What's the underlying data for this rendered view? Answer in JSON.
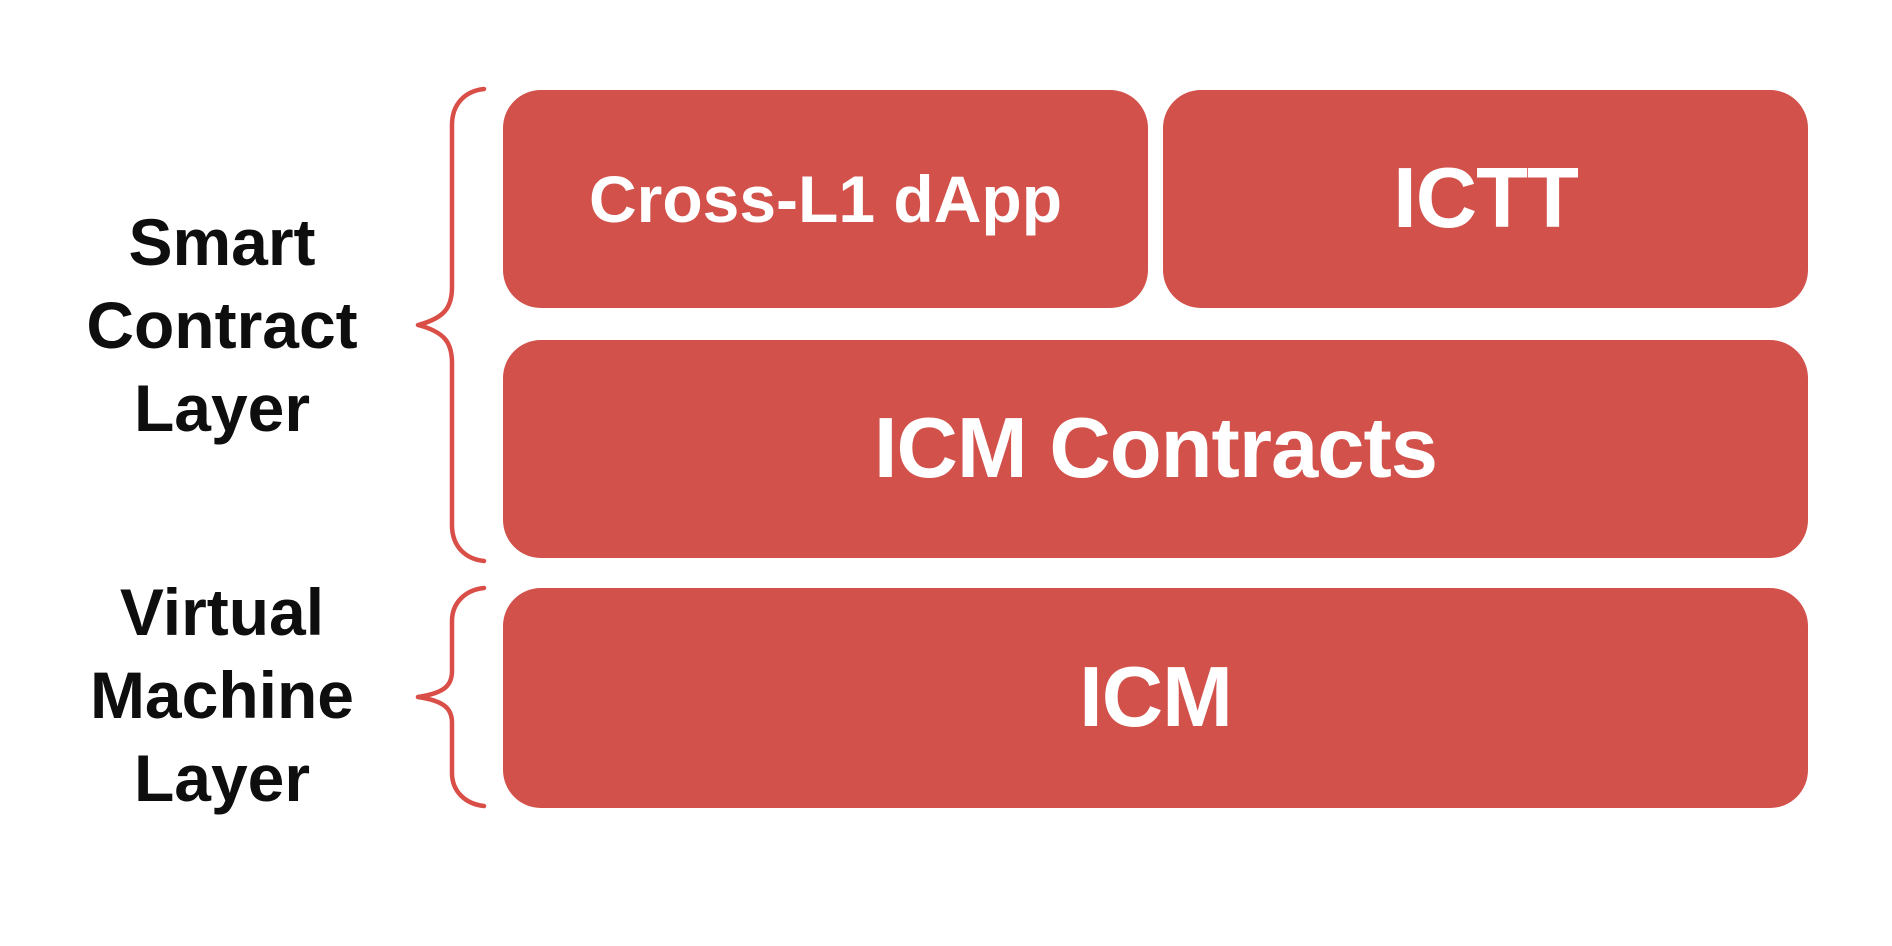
{
  "layers": [
    {
      "id": "smart-contract-layer",
      "label_lines": [
        "Smart",
        "Contract",
        "Layer"
      ]
    },
    {
      "id": "virtual-machine-layer",
      "label_lines": [
        "Virtual",
        "Machine",
        "Layer"
      ]
    }
  ],
  "boxes": [
    {
      "id": "cross-l1-dapp",
      "label": "Cross-L1 dApp",
      "layer": "smart-contract-layer"
    },
    {
      "id": "ictt",
      "label": "ICTT",
      "layer": "smart-contract-layer"
    },
    {
      "id": "icm-contracts",
      "label": "ICM Contracts",
      "layer": "smart-contract-layer"
    },
    {
      "id": "icm",
      "label": "ICM",
      "layer": "virtual-machine-layer"
    }
  ],
  "colors": {
    "background": "#FFFFFF",
    "box_fill": "#D2514B",
    "box_text": "#FFFFFF",
    "brace_stroke": "#D94F48",
    "label_text": "#0E0E0E"
  }
}
